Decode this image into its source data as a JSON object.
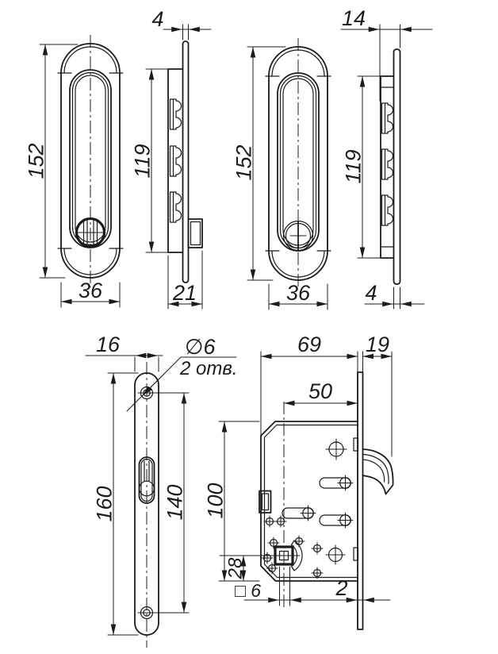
{
  "drawing": {
    "background": "#ffffff",
    "line_color": "#1b1b1b",
    "views": {
      "handle_front_left": {
        "dim_height": "152",
        "dim_width": "36"
      },
      "handle_side_left": {
        "dim_front_thickness": "4",
        "dim_cup_height": "119",
        "dim_total_depth": "21"
      },
      "handle_front_right": {
        "dim_height": "152",
        "dim_width": "36"
      },
      "handle_side_right": {
        "dim_total_depth": "14",
        "dim_cup_height": "119",
        "dim_front_thickness": "4"
      },
      "strike_plate": {
        "dim_width": "16",
        "dim_length": "160",
        "dim_hole_spacing": "140",
        "callout_diameter": "∅6",
        "callout_hole_count": "2 отв."
      },
      "lock_case": {
        "dim_case_width": "69",
        "dim_hook_reach": "19",
        "dim_backset": "50",
        "dim_case_height": "100",
        "dim_spindle_offset": "28",
        "dim_spindle_square": "□ 6",
        "dim_faceplate_thickness": "2"
      }
    }
  }
}
